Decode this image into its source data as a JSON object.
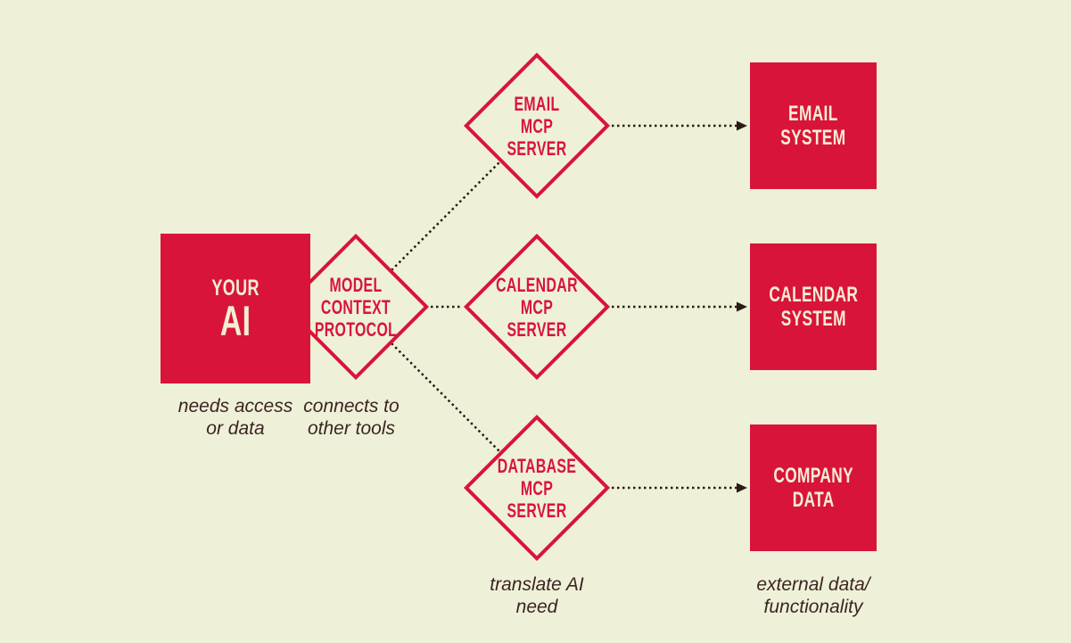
{
  "diagram": {
    "title": "Model Context Protocol diagram",
    "colors": {
      "background": "#eef1d8",
      "red": "#d9143a",
      "box_text": "#f3eed6",
      "caption": "#3b2422",
      "connector": "#2b1b12"
    },
    "ai_box": {
      "lines": [
        "YOUR",
        "AI"
      ]
    },
    "mcp_diamond": {
      "lines": [
        "MODEL",
        "CONTEXT",
        "PROTOCOL"
      ]
    },
    "servers": [
      {
        "lines": [
          "EMAIL",
          "MCP",
          "SERVER"
        ]
      },
      {
        "lines": [
          "CALENDAR",
          "MCP",
          "SERVER"
        ]
      },
      {
        "lines": [
          "DATABASE",
          "MCP",
          "SERVER"
        ]
      }
    ],
    "systems": [
      {
        "lines": [
          "EMAIL",
          "SYSTEM"
        ]
      },
      {
        "lines": [
          "CALENDAR",
          "SYSTEM"
        ]
      },
      {
        "lines": [
          "COMPANY",
          "DATA"
        ]
      }
    ],
    "captions": {
      "ai": [
        "needs access",
        "or data"
      ],
      "mcp": [
        "connects to",
        "other tools"
      ],
      "servers": [
        "translate AI",
        "need"
      ],
      "systems": [
        "external data/",
        "functionality"
      ]
    }
  }
}
